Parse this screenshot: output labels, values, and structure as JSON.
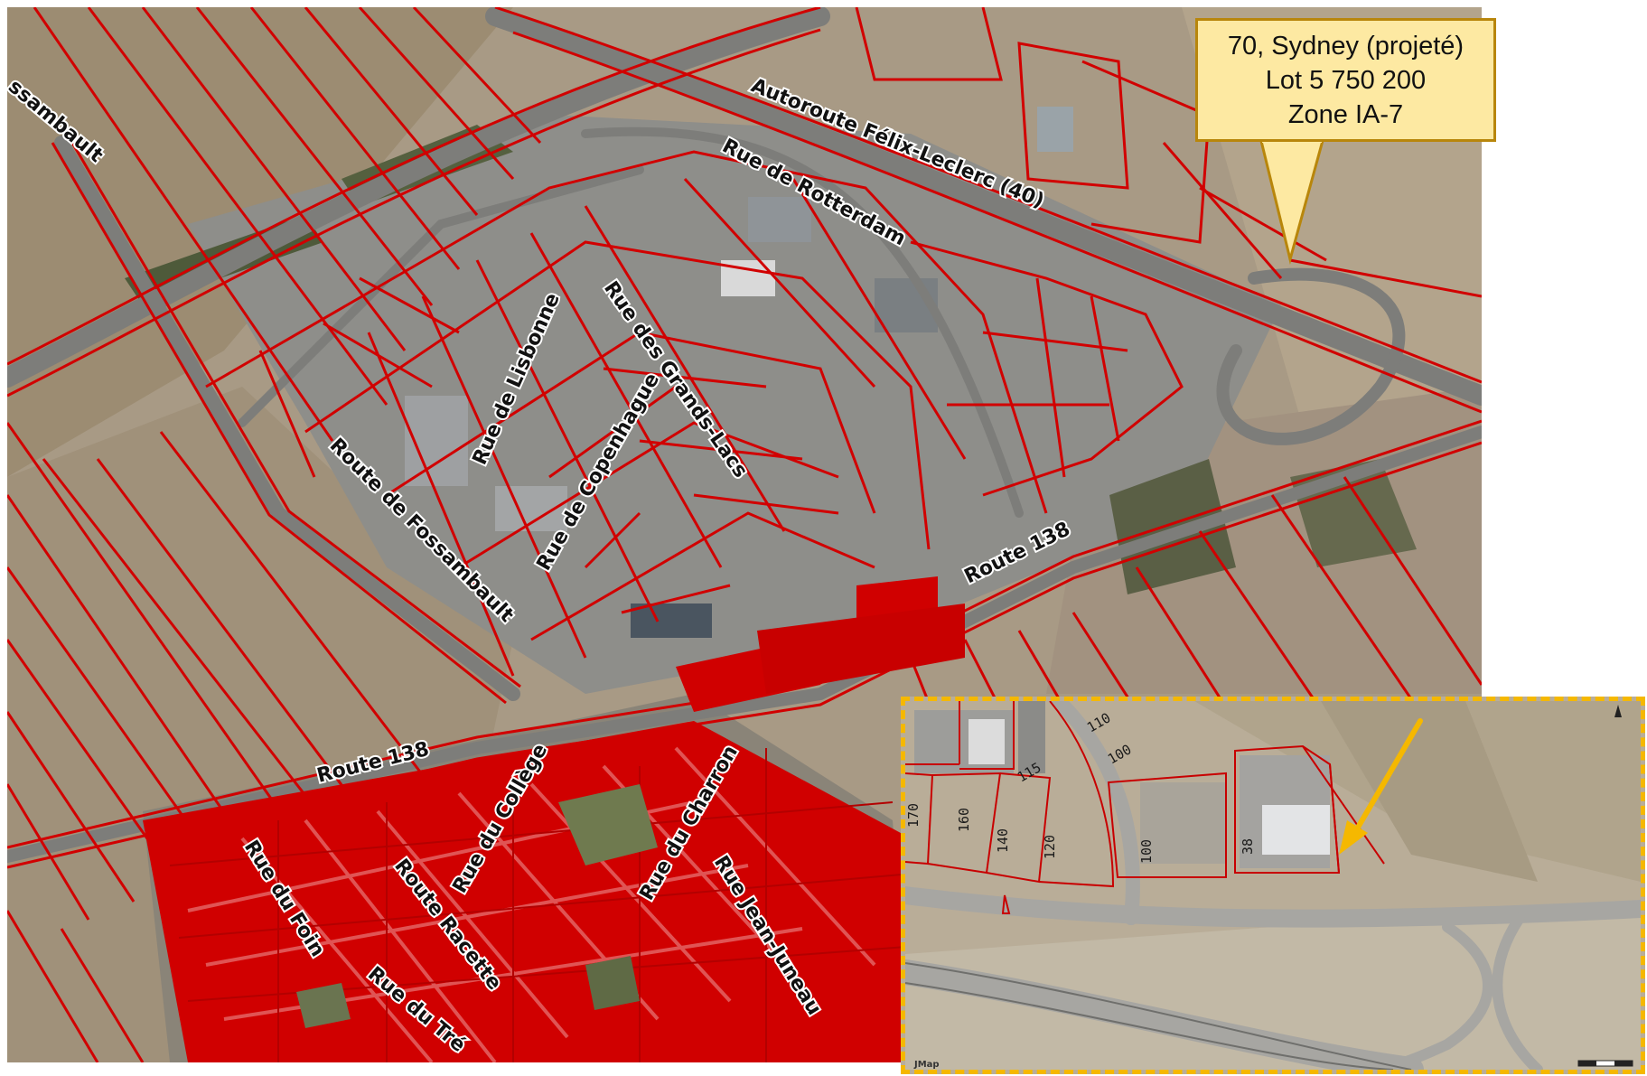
{
  "callout": {
    "line1": "70, Sydney (projeté)",
    "line2": "Lot 5 750 200",
    "line3": "Zone IA-7"
  },
  "streets": {
    "autoroute": "Autoroute Félix-Leclerc (40)",
    "rotterdam": "Rue de Rotterdam",
    "lisbonne": "Rue de  Lisbonne",
    "grands_lacs": "Rue des Grands-Lacs",
    "copenhague": "Rue de Copenhague",
    "fossambault": "Route de Fossambault",
    "fossambault_edge": "ssambault",
    "route138_east": "Route 138",
    "route138_west": "Route 138",
    "college": "Rue du Collège",
    "charron": "Rue du Charron",
    "foin": "Rue du Foin",
    "racette": "Route Racette",
    "jean_juneau": "Rue Jean-Juneau",
    "trefle": "Rue du Tré"
  },
  "inset": {
    "lot_numbers": [
      "110",
      "100",
      "115",
      "170",
      "160",
      "140",
      "120",
      "100",
      "38"
    ],
    "source_label": "JMap"
  },
  "colors": {
    "lot_lines": "#d10000",
    "callout_fill": "#fde9a2",
    "callout_border": "#b8860b",
    "inset_border": "#f5b800",
    "arrow": "#f5b800"
  }
}
